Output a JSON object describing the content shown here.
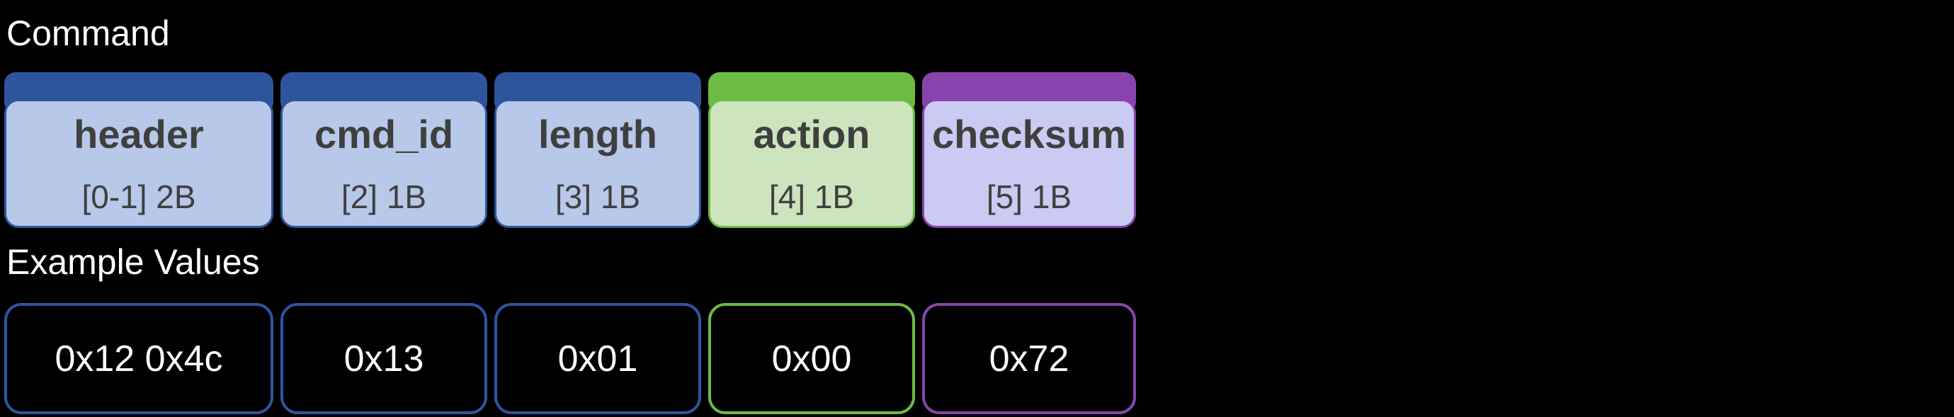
{
  "background": "#000000",
  "titles": {
    "command": "Command",
    "example_values": "Example Values"
  },
  "text_colors": {
    "title_text": "#FFFFFF",
    "field_text": "#3F3F3F",
    "value_text": "#FFFFFF"
  },
  "packet_fields": [
    {
      "name": "header",
      "offset": "[0-1] 2B",
      "example_value": "0x12 0x4c",
      "bar_color": "#2E549E",
      "fill_color": "#B7C8E9",
      "border_color": "#2E549E"
    },
    {
      "name": "cmd_id",
      "offset": "[2] 1B",
      "example_value": "0x13",
      "bar_color": "#2E549E",
      "fill_color": "#B7C8E9",
      "border_color": "#2E549E"
    },
    {
      "name": "length",
      "offset": "[3] 1B",
      "example_value": "0x01",
      "bar_color": "#2E549E",
      "fill_color": "#B7C8E9",
      "border_color": "#2E549E"
    },
    {
      "name": "action",
      "offset": "[4] 1B",
      "example_value": "0x00",
      "bar_color": "#6CBB45",
      "fill_color": "#CDE4BE",
      "border_color": "#6CBB45"
    },
    {
      "name": "checksum",
      "offset": "[5] 1B",
      "example_value": "0x72",
      "bar_color": "#8844AC",
      "fill_color": "#CACAF3",
      "border_color": "#8844AC"
    }
  ]
}
